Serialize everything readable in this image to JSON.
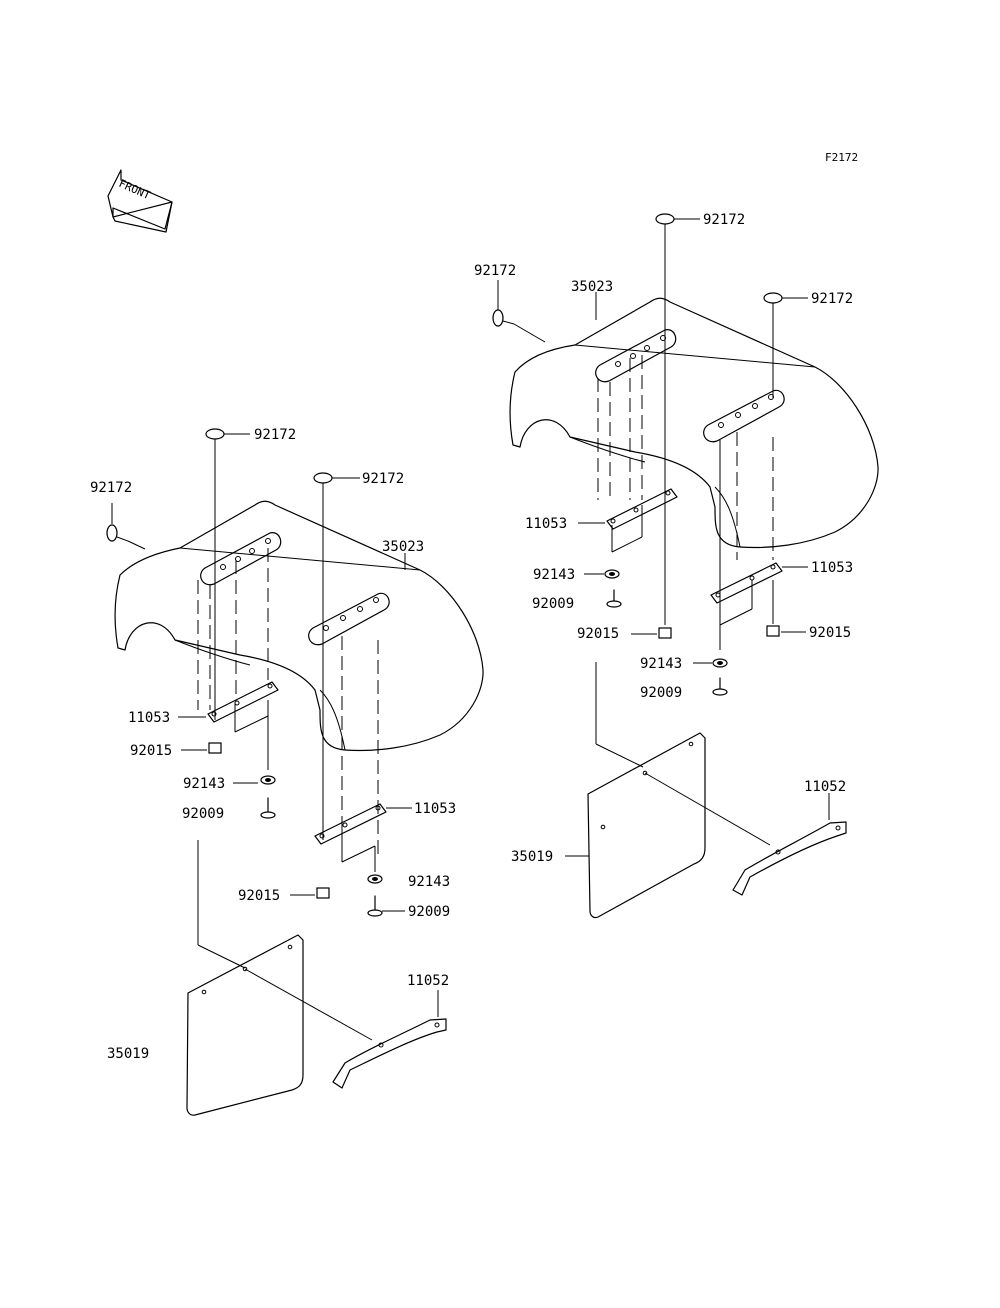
{
  "figure_code": "F2172",
  "front_arrow": {
    "text": "FRONT"
  },
  "left_assembly": {
    "labels": {
      "bolt_top": "92172",
      "bolt_right": "92172",
      "bolt_left": "92172",
      "fender": "35023",
      "bracket_front": "11053",
      "nut_front": "92015",
      "washer_front": "92143",
      "screw_front": "92009",
      "bracket_rear": "11053",
      "nut_rear": "92015",
      "washer_rear": "92143",
      "screw_rear": "92009",
      "flap": "35019",
      "stay": "11052"
    }
  },
  "right_assembly": {
    "labels": {
      "bolt_top": "92172",
      "bolt_right": "92172",
      "bolt_left": "92172",
      "fender": "35023",
      "bracket_front": "11053",
      "washer_front": "92143",
      "screw_front": "92009",
      "nut_front": "92015",
      "bracket_rear": "11053",
      "nut_rear": "92015",
      "washer_rear": "92143",
      "screw_rear": "92009",
      "flap": "35019",
      "stay": "11052"
    }
  }
}
